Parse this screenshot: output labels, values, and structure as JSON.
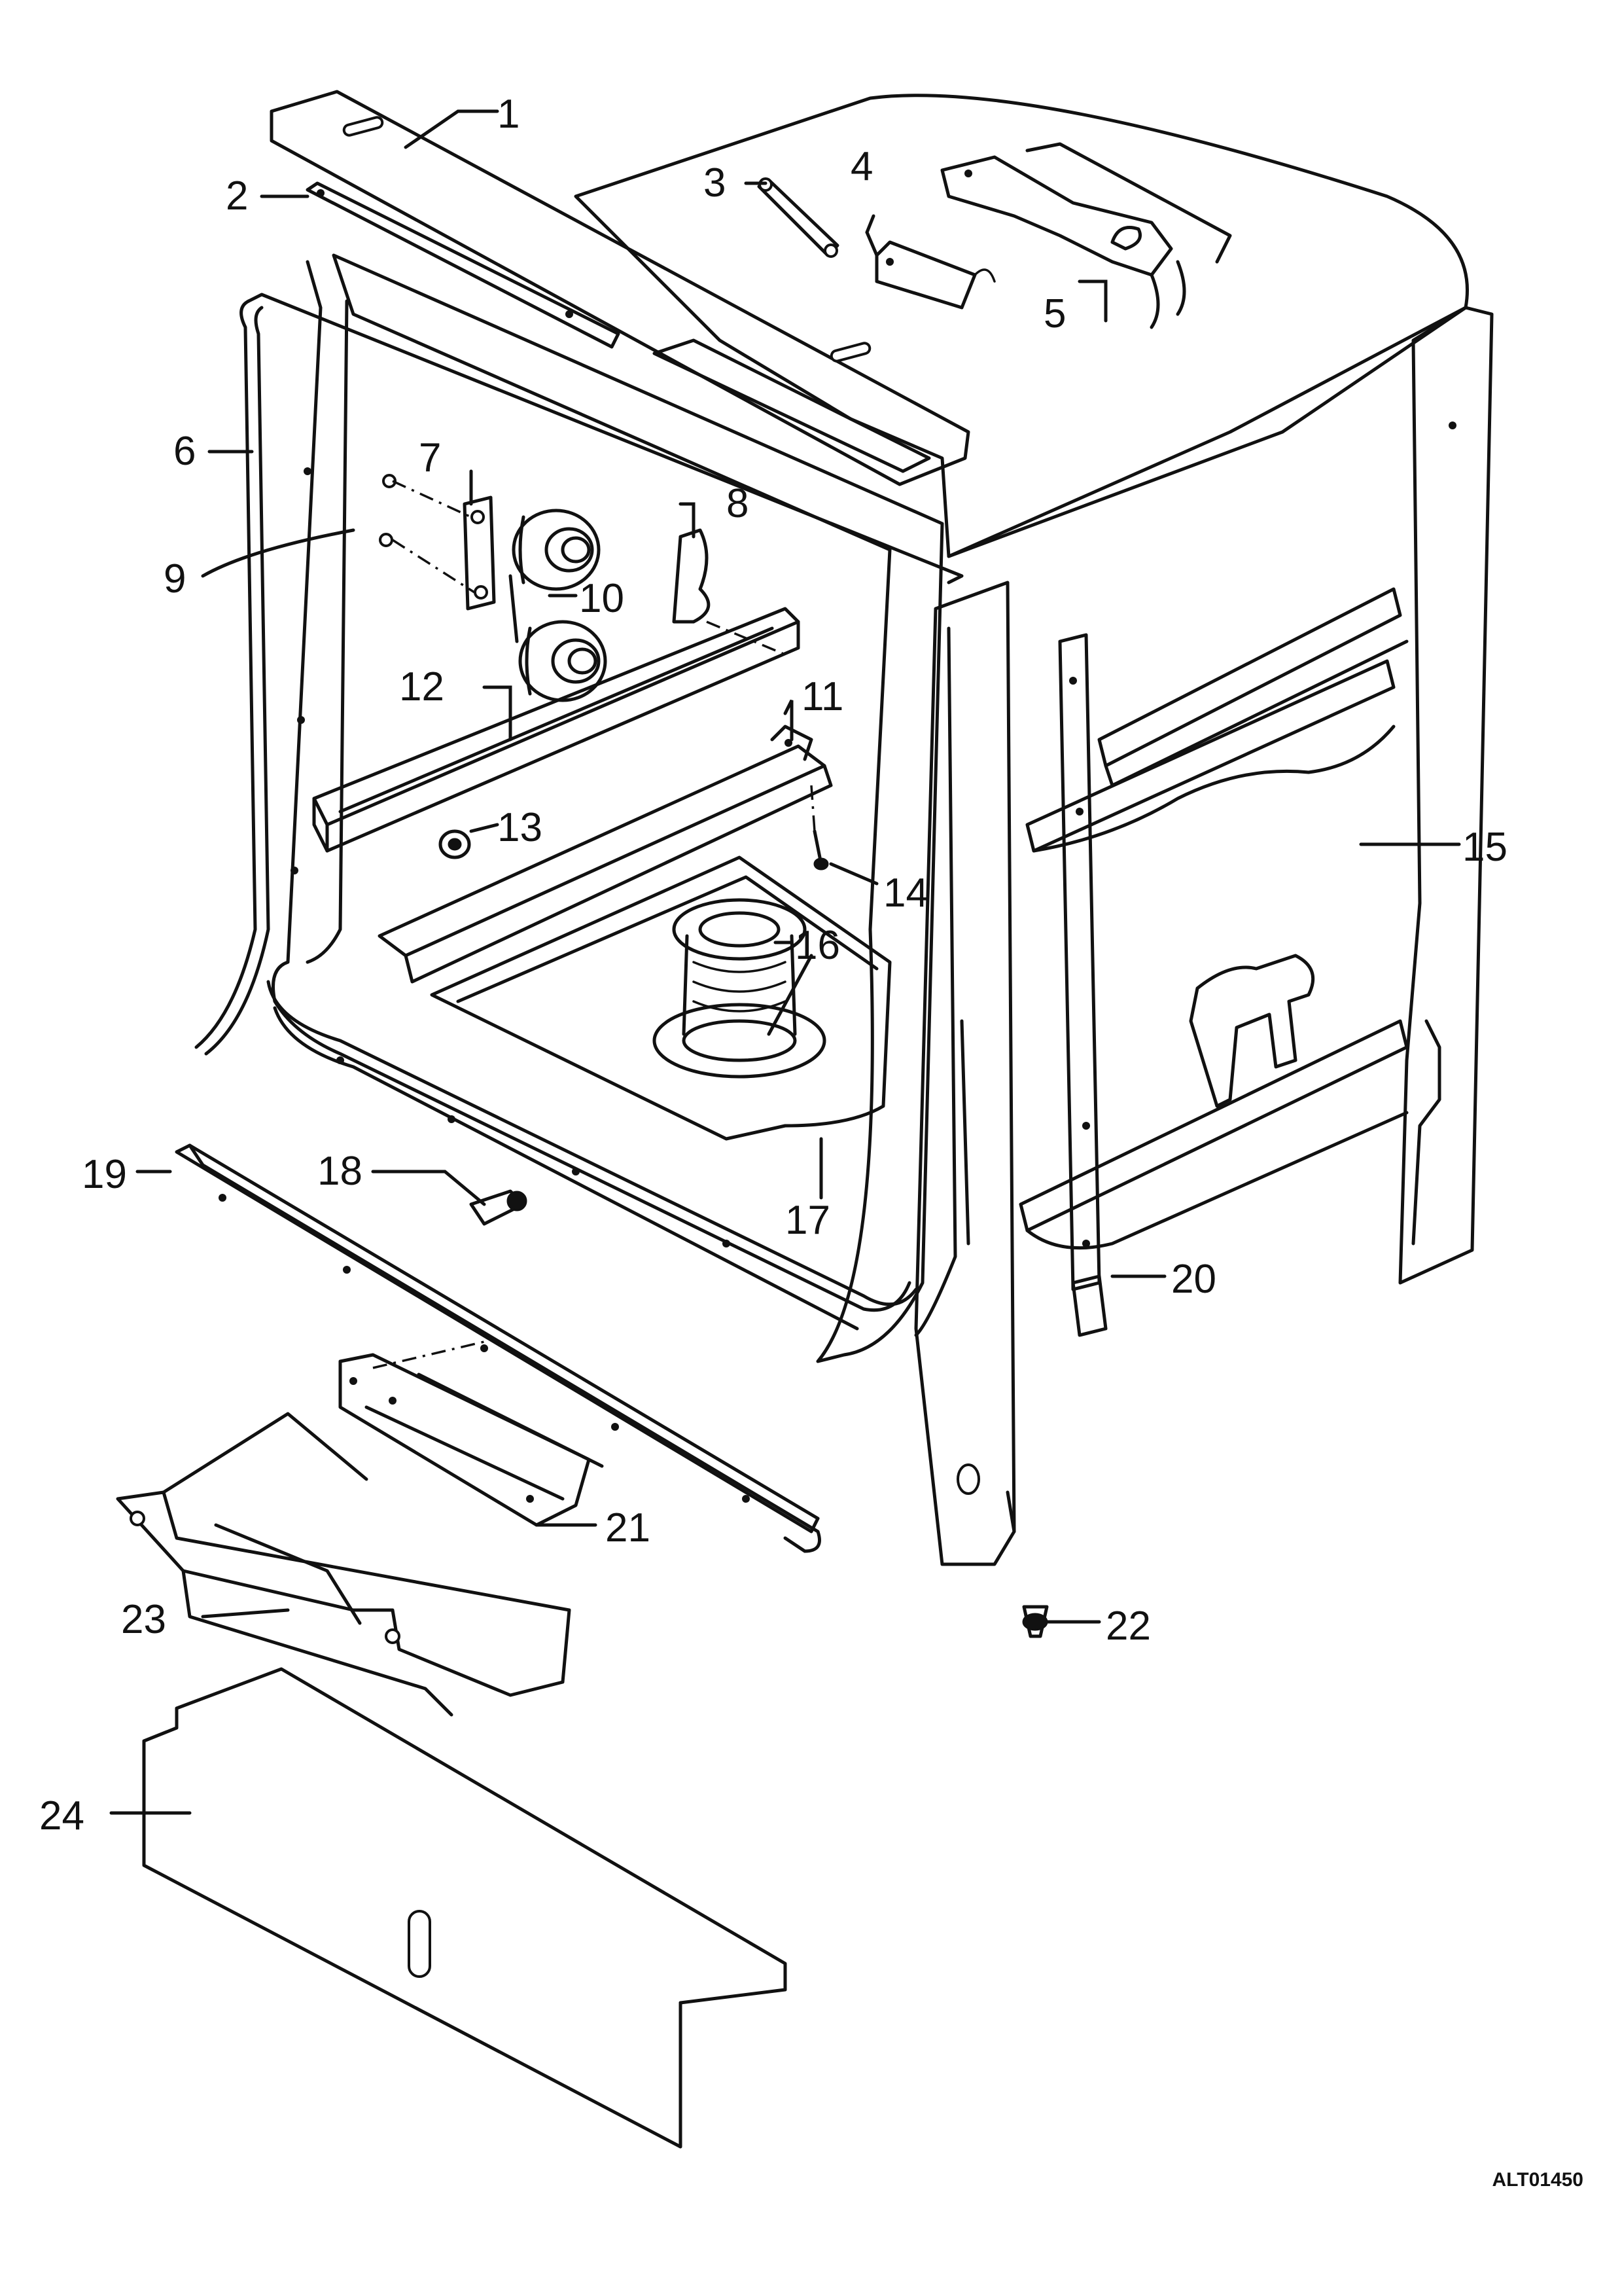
{
  "figure_code": "ALT01450",
  "callouts": [
    {
      "number": "1"
    },
    {
      "number": "2"
    },
    {
      "number": "3"
    },
    {
      "number": "4"
    },
    {
      "number": "5"
    },
    {
      "number": "6"
    },
    {
      "number": "7"
    },
    {
      "number": "8"
    },
    {
      "number": "9"
    },
    {
      "number": "10"
    },
    {
      "number": "11"
    },
    {
      "number": "12"
    },
    {
      "number": "13"
    },
    {
      "number": "14"
    },
    {
      "number": "15"
    },
    {
      "number": "16"
    },
    {
      "number": "17"
    },
    {
      "number": "18"
    },
    {
      "number": "19"
    },
    {
      "number": "20"
    },
    {
      "number": "21"
    },
    {
      "number": "22"
    },
    {
      "number": "23"
    },
    {
      "number": "24"
    }
  ]
}
